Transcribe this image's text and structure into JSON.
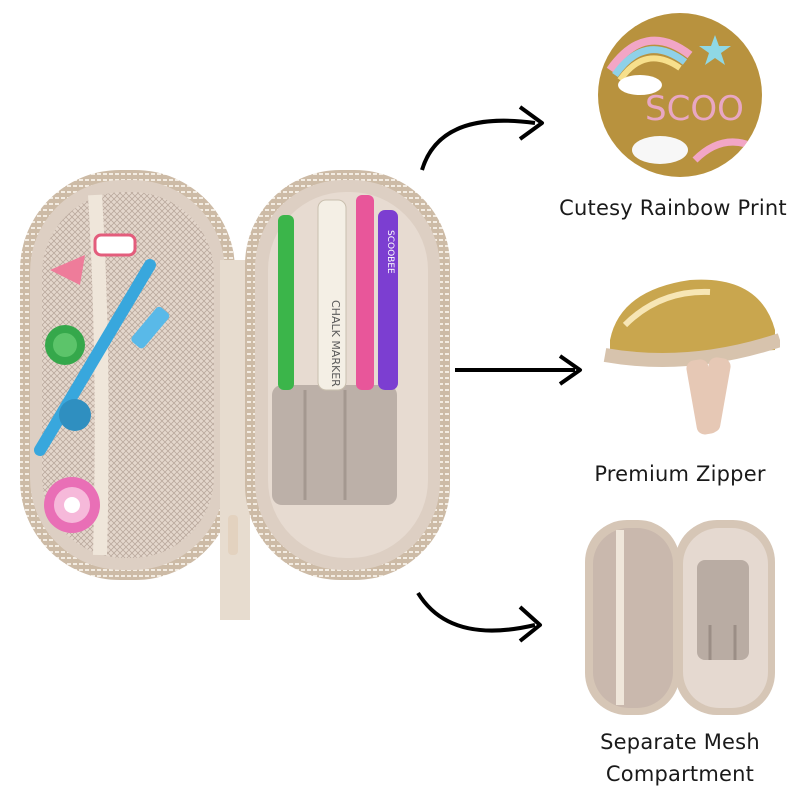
{
  "features": {
    "rainbow": {
      "label": "Cutesy Rainbow Print",
      "logo_text": "SCOO"
    },
    "zipper": {
      "label": "Premium Zipper"
    },
    "mesh": {
      "label_line1": "Separate Mesh",
      "label_line2": "Compartment"
    }
  },
  "products": {
    "pen_brand": "SCOOBEE",
    "marker_text": "CHALK MARKER"
  },
  "colors": {
    "case_beige": "#d8c8b4",
    "case_inner": "#ece1d8",
    "mesh": "#cbbbb0",
    "gold": "#b8923e",
    "accent_blue": "#3aa9d8",
    "text": "#1a1a1a"
  }
}
